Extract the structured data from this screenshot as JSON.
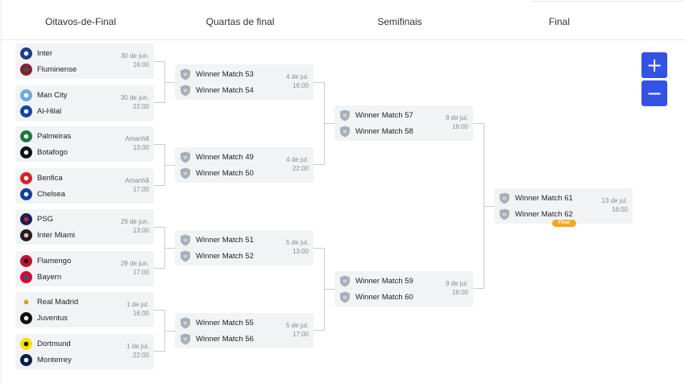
{
  "rounds": {
    "r16": "Oitavos-de-Final",
    "qf": "Quartas de final",
    "sf": "Semifinais",
    "final": "Final"
  },
  "r16": [
    {
      "home": "Inter",
      "away": "Fluminense",
      "date": "30 de jun.",
      "time": "16:00",
      "home_icon": "inter-crest-icon",
      "away_icon": "fluminense-crest-icon"
    },
    {
      "home": "Man City",
      "away": "Al-Hilal",
      "date": "30 de jun.",
      "time": "22:00",
      "home_icon": "man-city-crest-icon",
      "away_icon": "al-hilal-crest-icon"
    },
    {
      "home": "Palmeiras",
      "away": "Botafogo",
      "date": "Amanhã",
      "time": "13:00",
      "home_icon": "palmeiras-crest-icon",
      "away_icon": "botafogo-crest-icon"
    },
    {
      "home": "Benfica",
      "away": "Chelsea",
      "date": "Amanhã",
      "time": "17:00",
      "home_icon": "benfica-crest-icon",
      "away_icon": "chelsea-crest-icon"
    },
    {
      "home": "PSG",
      "away": "Inter Miami",
      "date": "29 de jun.",
      "time": "13:00",
      "home_icon": "psg-crest-icon",
      "away_icon": "inter-miami-crest-icon"
    },
    {
      "home": "Flamengo",
      "away": "Bayern",
      "date": "29 de jun.",
      "time": "17:00",
      "home_icon": "flamengo-crest-icon",
      "away_icon": "bayern-crest-icon"
    },
    {
      "home": "Real Madrid",
      "away": "Juventus",
      "date": "1 de jul.",
      "time": "16:00",
      "home_icon": "real-madrid-crest-icon",
      "away_icon": "juventus-crest-icon"
    },
    {
      "home": "Dortmund",
      "away": "Monterrey",
      "date": "1 de jul.",
      "time": "22:00",
      "home_icon": "dortmund-crest-icon",
      "away_icon": "monterrey-crest-icon"
    }
  ],
  "qf": [
    {
      "home": "Winner Match 53",
      "away": "Winner Match 54",
      "date": "4 de jul.",
      "time": "16:00"
    },
    {
      "home": "Winner Match 49",
      "away": "Winner Match 50",
      "date": "4 de jul.",
      "time": "22:00"
    },
    {
      "home": "Winner Match 51",
      "away": "Winner Match 52",
      "date": "5 de jul.",
      "time": "13:00"
    },
    {
      "home": "Winner Match 55",
      "away": "Winner Match 56",
      "date": "5 de jul.",
      "time": "17:00"
    }
  ],
  "sf": [
    {
      "home": "Winner Match 57",
      "away": "Winner Match 58",
      "date": "8 de jul.",
      "time": "16:00"
    },
    {
      "home": "Winner Match 59",
      "away": "Winner Match 60",
      "date": "9 de jul.",
      "time": "16:00"
    }
  ],
  "final": [
    {
      "home": "Winner Match 61",
      "away": "Winner Match 62",
      "date": "13 de jul.",
      "time": "16:00",
      "badge": "Final"
    }
  ],
  "placeholder_icon": "shield-placeholder-icon",
  "zoom": {
    "in": "+",
    "out": "−"
  },
  "colors": {
    "accent": "#3452e4",
    "card": "#f2f3f5",
    "badge": "#f5a623",
    "line": "#c8ccd2"
  }
}
